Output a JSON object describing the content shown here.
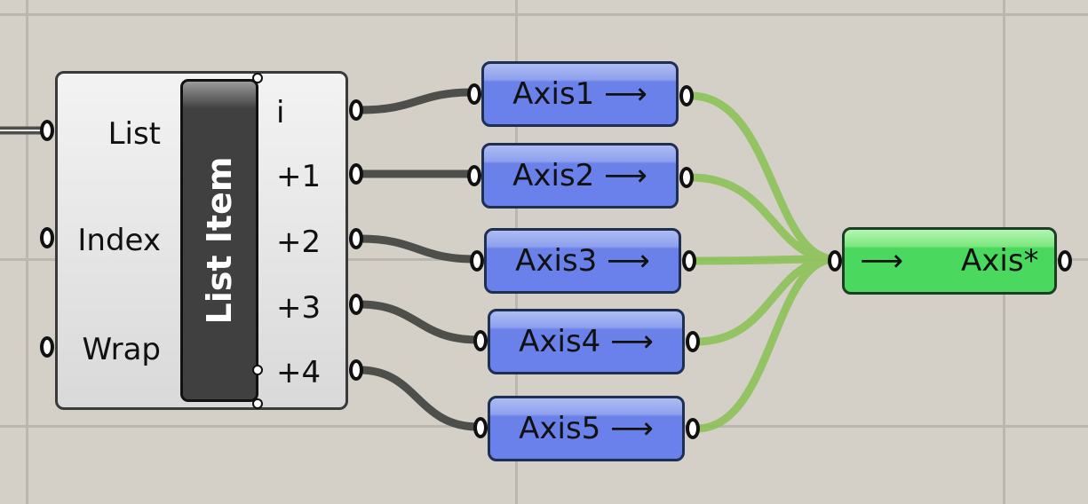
{
  "canvas": {
    "background": "#d4d0c8",
    "grid_color": "#bcb7ae"
  },
  "list_item": {
    "title": "List Item",
    "inputs": [
      "List",
      "Index",
      "Wrap"
    ],
    "outputs": [
      "i",
      "+1",
      "+2",
      "+3",
      "+4"
    ]
  },
  "axis_params": [
    {
      "label": "Axis1 ⟶"
    },
    {
      "label": "Axis2 ⟶"
    },
    {
      "label": "Axis3 ⟶"
    },
    {
      "label": "Axis4 ⟶"
    },
    {
      "label": "Axis5 ⟶"
    }
  ],
  "axis_merge": {
    "label": "⟶      Axis*"
  },
  "colors": {
    "component_border": "#3a3a3a",
    "axis_fill": "#6a80ea",
    "merge_fill": "#4ad95e",
    "wire_dark": "#4e4e4a",
    "wire_green": "#8cc257"
  }
}
